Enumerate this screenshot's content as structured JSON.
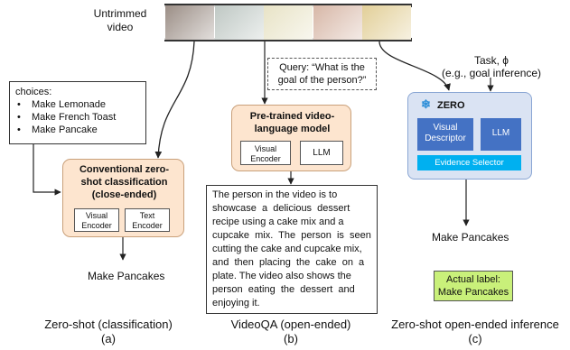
{
  "video_label_line1": "Untrimmed",
  "video_label_line2": "video",
  "frames": [
    {
      "icon": "person-cooking-image",
      "color": "#9b8e86"
    },
    {
      "icon": "whisk-bowl-image",
      "color": "#bfc8c4"
    },
    {
      "icon": "batter-whisk-image",
      "color": "#e8e3c6"
    },
    {
      "icon": "strawberries-image",
      "color": "#d7b7a7"
    },
    {
      "icon": "pancake-pan-image",
      "color": "#e2cf98"
    }
  ],
  "panel_a": {
    "choices_title": "choices:",
    "choices": [
      "Make Lemonade",
      "Make French Toast",
      "Make Pancake"
    ],
    "model_title_1": "Conventional zero-",
    "model_title_2": "shot classification",
    "model_title_3": "(close-ended)",
    "visual_encoder_1": "Visual",
    "visual_encoder_2": "Encoder",
    "text_encoder_1": "Text",
    "text_encoder_2": "Encoder",
    "output": "Make Pancakes",
    "caption": "Zero-shot (classification)",
    "letter": "(a)"
  },
  "panel_b": {
    "query_1": "Query: “What is the",
    "query_2": "goal of the person?”",
    "model_title_1": "Pre-trained video-",
    "model_title_2": "language model",
    "visual_encoder_1": "Visual",
    "visual_encoder_2": "Encoder",
    "llm": "LLM",
    "answer_lines": [
      "The person in the video is to",
      "showcase  a  delicious  dessert",
      "recipe using a cake mix and a",
      "cupcake  mix.  The  person  is  seen",
      "cutting the cake and cupcake mix,",
      "and  then  placing  the  cake  on  a",
      "plate. The video also shows the",
      "person  eating  the  dessert  and",
      "enjoying it."
    ],
    "caption": "VideoQA (open-ended)",
    "letter": "(b)"
  },
  "panel_c": {
    "task_1": "Task, ϕ",
    "task_2": "(e.g., goal inference)",
    "zero_title": "ZERO",
    "visual_descriptor_1": "Visual",
    "visual_descriptor_2": "Descriptor",
    "llm": "LLM",
    "evidence_selector": "Evidence Selector",
    "output": "Make Pancakes",
    "actual_label_1": "Actual label:",
    "actual_label_2": "Make Pancakes",
    "caption": "Zero-shot open-ended inference",
    "letter": "(c)"
  },
  "colors": {
    "model_fill": "#fde5cf",
    "model_border": "#c9a07a",
    "zero_fill": "#dae3f3",
    "zero_border": "#8aa6d4",
    "descriptor_fill": "#4472c4",
    "evidence_fill": "#00b0f0",
    "label_fill": "#c9f07a",
    "snowflake": "#2f8fd8"
  }
}
